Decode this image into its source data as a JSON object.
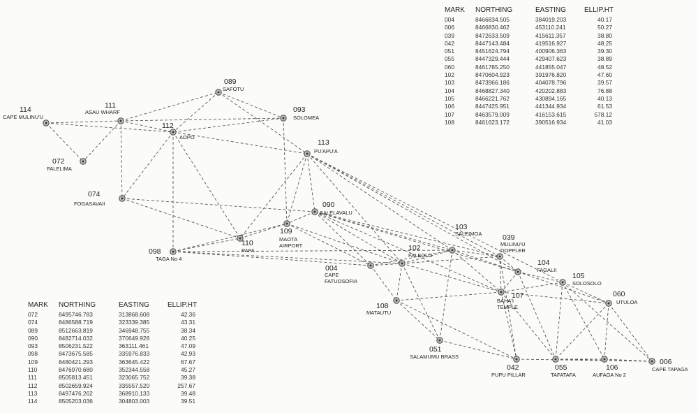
{
  "marks": [
    {
      "id": "114",
      "name": "CAPE MULINU'U"
    },
    {
      "id": "111",
      "name": "ASAU WHARF"
    },
    {
      "id": "089",
      "name": "SAFOTU"
    },
    {
      "id": "093",
      "name": "SOLOMEA"
    },
    {
      "id": "112",
      "name": "AOPO"
    },
    {
      "id": "113",
      "name": "PU'APU'A"
    },
    {
      "id": "072",
      "name": "FALELIMA"
    },
    {
      "id": "074",
      "name": "FOGASAVAII"
    },
    {
      "id": "090",
      "name": "SALELAVALU"
    },
    {
      "id": "109",
      "name": "MAOTA AIRPORT"
    },
    {
      "id": "110",
      "name": "PAPA"
    },
    {
      "id": "098",
      "name": "TAGA No 4"
    },
    {
      "id": "103",
      "name": "SALEIMOA"
    },
    {
      "id": "039",
      "name": "MULINU'U DOPPLER"
    },
    {
      "id": "102",
      "name": "FALEOLO"
    },
    {
      "id": "004",
      "name": "CAPE FATUOSOFIA"
    },
    {
      "id": "104",
      "name": "FAGALII"
    },
    {
      "id": "105",
      "name": "SOLOSOLO"
    },
    {
      "id": "107",
      "name": "BAHA'I TEMPLE"
    },
    {
      "id": "108",
      "name": "MATAUTU"
    },
    {
      "id": "060",
      "name": "UTULOA"
    },
    {
      "id": "051",
      "name": "SALAMUMU BRASS"
    },
    {
      "id": "042",
      "name": "PUPU PILLAR"
    },
    {
      "id": "055",
      "name": "TAFATAFA"
    },
    {
      "id": "106",
      "name": "AUFAGA No 2"
    },
    {
      "id": "006",
      "name": "CAPE TAPAGA"
    }
  ],
  "connections": [
    [
      "114",
      "111"
    ],
    [
      "114",
      "112"
    ],
    [
      "114",
      "072"
    ],
    [
      "111",
      "089"
    ],
    [
      "111",
      "093"
    ],
    [
      "111",
      "112"
    ],
    [
      "111",
      "072"
    ],
    [
      "111",
      "074"
    ],
    [
      "089",
      "112"
    ],
    [
      "089",
      "093"
    ],
    [
      "089",
      "113"
    ],
    [
      "093",
      "112"
    ],
    [
      "093",
      "109"
    ],
    [
      "112",
      "113"
    ],
    [
      "112",
      "074"
    ],
    [
      "112",
      "098"
    ],
    [
      "112",
      "110"
    ],
    [
      "113",
      "110"
    ],
    [
      "113",
      "109"
    ],
    [
      "113",
      "090"
    ],
    [
      "113",
      "102"
    ],
    [
      "113",
      "103"
    ],
    [
      "113",
      "039"
    ],
    [
      "113",
      "104"
    ],
    [
      "113",
      "105"
    ],
    [
      "074",
      "110"
    ],
    [
      "074",
      "090"
    ],
    [
      "098",
      "110"
    ],
    [
      "098",
      "109"
    ],
    [
      "098",
      "004"
    ],
    [
      "098",
      "102"
    ],
    [
      "098",
      "103"
    ],
    [
      "090",
      "109"
    ],
    [
      "090",
      "004"
    ],
    [
      "090",
      "102"
    ],
    [
      "090",
      "103"
    ],
    [
      "090",
      "039"
    ],
    [
      "090",
      "104"
    ],
    [
      "090",
      "107"
    ],
    [
      "109",
      "004"
    ],
    [
      "109",
      "102"
    ],
    [
      "110",
      "109"
    ],
    [
      "004",
      "102"
    ],
    [
      "004",
      "108"
    ],
    [
      "004",
      "103"
    ],
    [
      "102",
      "103"
    ],
    [
      "102",
      "039"
    ],
    [
      "102",
      "107"
    ],
    [
      "102",
      "108"
    ],
    [
      "102",
      "051"
    ],
    [
      "103",
      "039"
    ],
    [
      "103",
      "104"
    ],
    [
      "103",
      "051"
    ],
    [
      "103",
      "107"
    ],
    [
      "039",
      "104"
    ],
    [
      "039",
      "107"
    ],
    [
      "039",
      "042"
    ],
    [
      "104",
      "105"
    ],
    [
      "104",
      "107"
    ],
    [
      "104",
      "055"
    ],
    [
      "104",
      "060"
    ],
    [
      "105",
      "060"
    ],
    [
      "105",
      "107"
    ],
    [
      "105",
      "055"
    ],
    [
      "105",
      "106"
    ],
    [
      "105",
      "006"
    ],
    [
      "107",
      "108"
    ],
    [
      "107",
      "042"
    ],
    [
      "107",
      "055"
    ],
    [
      "107",
      "060"
    ],
    [
      "108",
      "051"
    ],
    [
      "108",
      "042"
    ],
    [
      "051",
      "042"
    ],
    [
      "060",
      "055"
    ],
    [
      "060",
      "106"
    ],
    [
      "060",
      "006"
    ],
    [
      "055",
      "106"
    ],
    [
      "055",
      "006"
    ],
    [
      "106",
      "006"
    ],
    [
      "042",
      "006"
    ]
  ],
  "tables": {
    "top": {
      "headers": {
        "mark": "MARK",
        "northing": "NORTHING",
        "easting": "EASTING",
        "ht": "ELLIP.HT"
      },
      "rows": [
        [
          "004",
          "8466834.505",
          "384019.203",
          "40.17"
        ],
        [
          "006",
          "8466830.462",
          "453110.241",
          "50.27"
        ],
        [
          "039",
          "8472633.509",
          "415611.357",
          "38.80"
        ],
        [
          "042",
          "8447143.484",
          "419516.927",
          "48.25"
        ],
        [
          "051",
          "8451624.794",
          "400906.363",
          "39.30"
        ],
        [
          "055",
          "8447329.444",
          "429407.623",
          "38.89"
        ],
        [
          "060",
          "8461785.250",
          "441855.047",
          "48.52"
        ],
        [
          "102",
          "8470604.923",
          "391976.820",
          "47.60"
        ],
        [
          "103",
          "8473966.186",
          "404078.796",
          "39.57"
        ],
        [
          "104",
          "8468827.340",
          "420202.883",
          "76.88"
        ],
        [
          "105",
          "8466221.762",
          "430894.165",
          "40.13"
        ],
        [
          "106",
          "8447425.951",
          "441344.934",
          "61.53"
        ],
        [
          "107",
          "8463579.009",
          "416153.615",
          "578.12"
        ],
        [
          "108",
          "8461623.172",
          "390516.934",
          "41.03"
        ]
      ]
    },
    "bottom": {
      "headers": {
        "mark": "MARK",
        "northing": "NORTHING",
        "easting": "EASTING",
        "ht": "ELLIP.HT"
      },
      "rows": [
        [
          "072",
          "8495746.783",
          "313868.608",
          "42.36"
        ],
        [
          "074",
          "8486588.719",
          "323339.385",
          "43.31"
        ],
        [
          "089",
          "8512663.819",
          "346948.755",
          "38.34"
        ],
        [
          "090",
          "8482714.032",
          "370649.928",
          "40.25"
        ],
        [
          "093",
          "8506231.522",
          "363111.461",
          "47.09"
        ],
        [
          "098",
          "8473675.585",
          "335976.833",
          "42.93"
        ],
        [
          "109",
          "8480421.293",
          "363645.422",
          "67.67"
        ],
        [
          "110",
          "8476970.680",
          "352344.558",
          "45.27"
        ],
        [
          "111",
          "8505813.451",
          "323065.752",
          "39.38"
        ],
        [
          "112",
          "8502659.924",
          "335557.520",
          "257.67"
        ],
        [
          "113",
          "8497476.262",
          "368910.133",
          "39.48"
        ],
        [
          "114",
          "8505203.036",
          "304803.003",
          "39.51"
        ]
      ]
    }
  }
}
